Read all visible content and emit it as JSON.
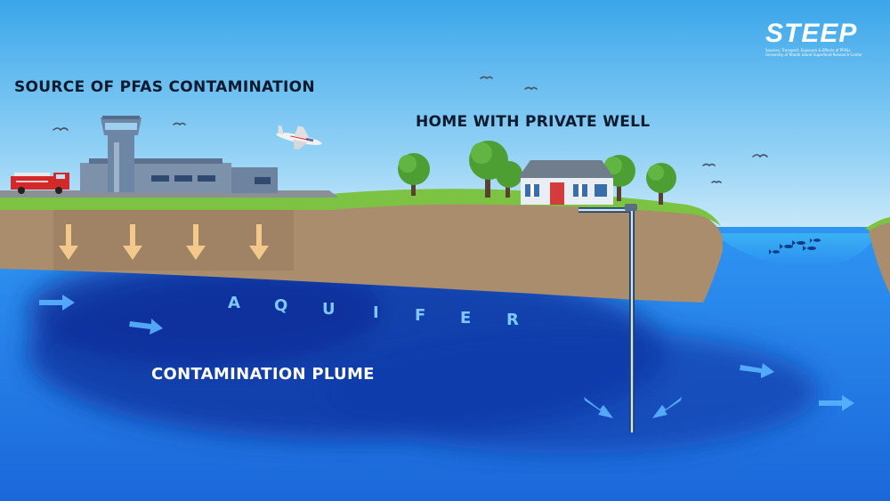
{
  "labels": {
    "source": "SOURCE OF PFAS CONTAMINATION",
    "home": "HOME WITH PRIVATE WELL",
    "aquifer_letters": [
      "A",
      "Q",
      "U",
      "I",
      "F",
      "E",
      "R"
    ],
    "plume": "CONTAMINATION PLUME"
  },
  "logo": {
    "text": "STEEP",
    "tagline_1": "Sources, Transport, Exposure & Effects of PFASs",
    "tagline_2": "University of Rhode Island Superfund Research Center"
  },
  "icons": [
    "fire-truck-icon",
    "control-tower-icon",
    "airplane-icon",
    "bird-icon",
    "tree-icon",
    "house-icon",
    "well-pipe-icon",
    "fish-icon",
    "flow-arrow-icon",
    "seep-arrow-icon"
  ],
  "colors": {
    "sky_top": "#3aa6ea",
    "sky_bottom": "#ddf1fb",
    "grass": "#7cc243",
    "soil": "#a98d6c",
    "aquifer": "#2a8cf0",
    "plume": "#0b3aa8",
    "label_dark": "#0c1a2e",
    "aquifer_letters": "#7ec8ff"
  }
}
